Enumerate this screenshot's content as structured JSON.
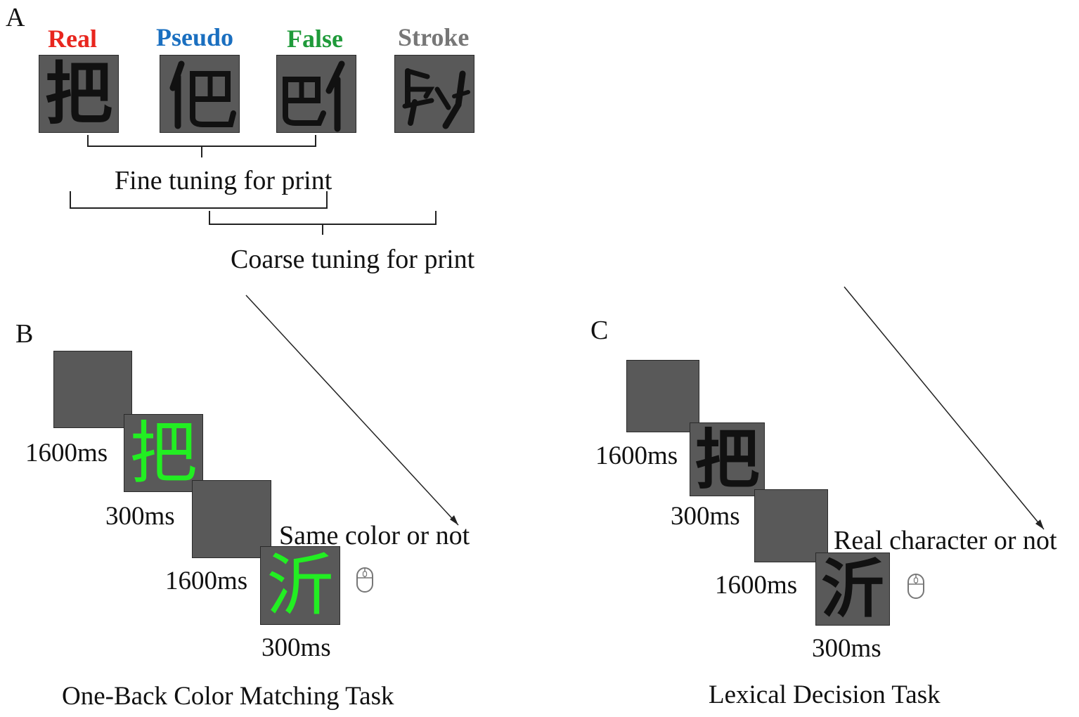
{
  "panels": {
    "a": "A",
    "b": "B",
    "c": "C"
  },
  "conditions": [
    {
      "label": "Real",
      "color": "#e8261e",
      "glyph": "把",
      "glyph_color": "#111111"
    },
    {
      "label": "Pseudo",
      "color": "#1a6fc0",
      "glyph": "巴亻",
      "glyph_color": "#111111"
    },
    {
      "label": "False",
      "color": "#1f9a3a",
      "glyph": "巴亻",
      "glyph_color": "#111111"
    },
    {
      "label": "Stroke",
      "color": "#777777",
      "glyph": "上乃",
      "glyph_color": "#111111"
    }
  ],
  "brackets": {
    "fine": "Fine tuning for print",
    "coarse": "Coarse tuning for print"
  },
  "task_b": {
    "title": "One-Back Color Matching Task",
    "response_prompt": "Same color or not",
    "glyph1": "把",
    "glyph2": "沂",
    "glyph_color": "#22ee22",
    "timings": {
      "blank1": "1600ms",
      "stim1": "300ms",
      "blank2": "1600ms",
      "stim2": "300ms"
    },
    "mouse_icon": "mouse-icon"
  },
  "task_c": {
    "title": "Lexical Decision Task",
    "response_prompt": "Real character or not",
    "glyph1": "把",
    "glyph2": "沂",
    "glyph_color": "#111111",
    "timings": {
      "blank1": "1600ms",
      "stim1": "300ms",
      "blank2": "1600ms",
      "stim2": "300ms"
    },
    "mouse_icon": "mouse-icon"
  },
  "colors": {
    "tile": "#595959",
    "tile_border": "#2a2a2a",
    "line": "#222222"
  }
}
